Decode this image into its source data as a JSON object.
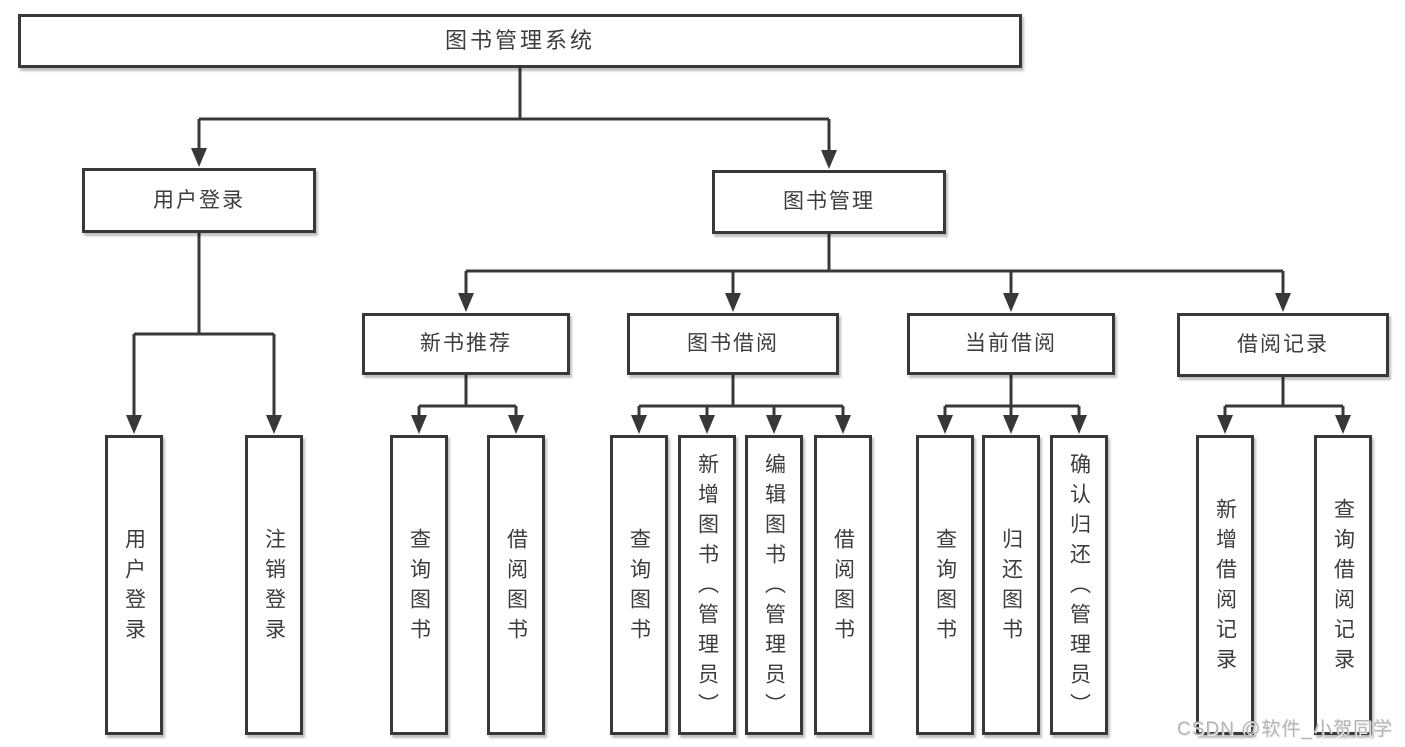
{
  "diagram": {
    "title": "图书管理系统",
    "type": "functional-structure-tree",
    "colors": {
      "line": "#383838",
      "text": "#3d3d3d",
      "background": "#ffffff",
      "watermark": "#b5b5b5"
    },
    "watermark": "CSDN @软件_小贺同学",
    "nodes": {
      "root": {
        "label": "图书管理系统"
      },
      "user_login": {
        "label": "用户登录"
      },
      "book_mgmt": {
        "label": "图书管理"
      },
      "new_books": {
        "label": "新书推荐"
      },
      "book_borrow": {
        "label": "图书借阅"
      },
      "current_borrow": {
        "label": "当前借阅"
      },
      "borrow_records": {
        "label": "借阅记录"
      },
      "leaf_user_login": {
        "label": "用户登录"
      },
      "leaf_logout": {
        "label": "注销登录"
      },
      "leaf_nb_query": {
        "label": "查询图书"
      },
      "leaf_nb_borrow": {
        "label": "借阅图书"
      },
      "leaf_bb_query": {
        "label": "查询图书"
      },
      "leaf_bb_add": {
        "label": "新增图书（管理员）"
      },
      "leaf_bb_edit": {
        "label": "编辑图书（管理员）"
      },
      "leaf_bb_borrow": {
        "label": "借阅图书"
      },
      "leaf_cb_query": {
        "label": "查询图书"
      },
      "leaf_cb_return": {
        "label": "归还图书"
      },
      "leaf_cb_confirm": {
        "label": "确认归还（管理员）"
      },
      "leaf_br_add": {
        "label": "新增借阅记录"
      },
      "leaf_br_query": {
        "label": "查询借阅记录"
      }
    },
    "hierarchy": {
      "图书管理系统": {
        "用户登录": [
          "用户登录",
          "注销登录"
        ],
        "图书管理": {
          "新书推荐": [
            "查询图书",
            "借阅图书"
          ],
          "图书借阅": [
            "查询图书",
            "新增图书（管理员）",
            "编辑图书（管理员）",
            "借阅图书"
          ],
          "当前借阅": [
            "查询图书",
            "归还图书",
            "确认归还（管理员）"
          ],
          "借阅记录": [
            "新增借阅记录",
            "查询借阅记录"
          ]
        }
      }
    }
  }
}
